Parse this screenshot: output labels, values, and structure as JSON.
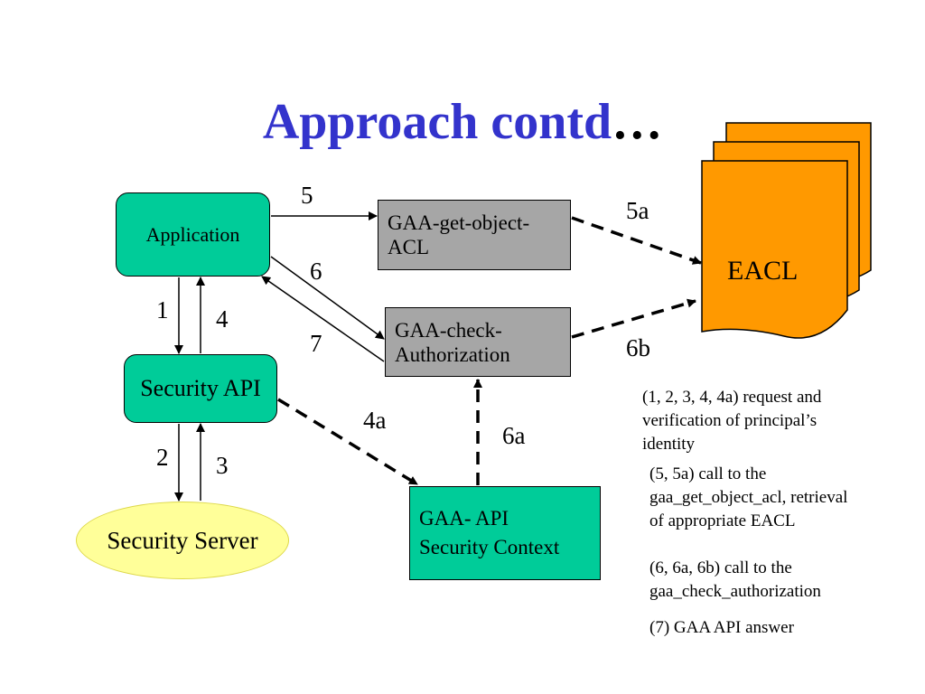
{
  "title": {
    "main": "Approach contd",
    "ellipsis": "…"
  },
  "nodes": {
    "application": "Application",
    "security_api": "Security API",
    "security_server": "Security Server",
    "gaa_get_object_acl_line1": "GAA-get-object-",
    "gaa_get_object_acl_line2": "ACL",
    "gaa_check_auth_line1": "GAA-check-",
    "gaa_check_auth_line2": "Authorization",
    "gaa_api_ctx_line1": "GAA- API",
    "gaa_api_ctx_line2": "Security Context",
    "eacl": "EACL"
  },
  "edge_labels": {
    "e1": "1",
    "e2": "2",
    "e3": "3",
    "e4": "4",
    "e4a": "4a",
    "e5": "5",
    "e5a": "5a",
    "e6": "6",
    "e6a": "6a",
    "e6b": "6b",
    "e7": "7"
  },
  "legend": {
    "l1_line1": "(1, 2, 3, 4, 4a) request and",
    "l1_line2": "verification of principal’s",
    "l1_line3": "identity",
    "l2_line1": "(5, 5a) call to the",
    "l2_line2": "gaa_get_object_acl, retrieval",
    "l2_line3": "of appropriate EACL",
    "l3_line1": "(6, 6a, 6b) call to the",
    "l3_line2": "gaa_check_authorization",
    "l4_line1": "(7) GAA API answer"
  },
  "colors": {
    "title": "#3333cc",
    "green_box": "#00cc99",
    "grey_box": "#a6a6a6",
    "server_fill": "#ffff99",
    "eacl_fill": "#ff9900"
  }
}
